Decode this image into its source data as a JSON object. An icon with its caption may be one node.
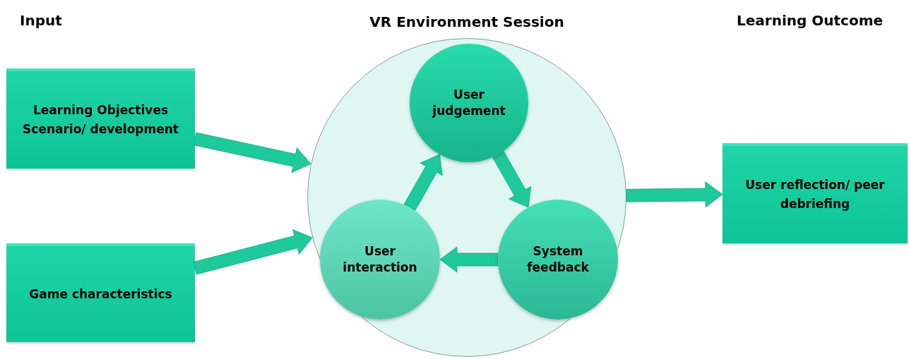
{
  "diagram": {
    "nodes": [
      {
        "text": [
          "Learning Objectives Scenario/ development"
        ]
      },
      {
        "text": [
          "Game characteristics"
        ]
      },
      {
        "text": [
          "VR Environment Session"
        ]
      },
      {
        "text": [
          "User judgement"
        ],
        "in": 2
      },
      {
        "text": [
          "System feedback"
        ],
        "in": 2
      },
      {
        "text": [
          "User interaction"
        ],
        "in": 2
      },
      {
        "text": [
          "User reflection/ peer debriefing"
        ]
      }
    ],
    "edges": [
      {
        "from": 0,
        "to": 2,
        "arrow": "to"
      },
      {
        "from": 1,
        "to": 2,
        "arrow": "to"
      },
      {
        "from": 3,
        "to": 4,
        "arrow": "to"
      },
      {
        "from": 4,
        "to": 5,
        "arrow": "to"
      },
      {
        "from": 5,
        "to": 3,
        "arrow": "to"
      },
      {
        "from": 2,
        "to": 6,
        "arrow": "to"
      }
    ],
    "labels": [
      "Input",
      "Learning Outcome"
    ]
  }
}
